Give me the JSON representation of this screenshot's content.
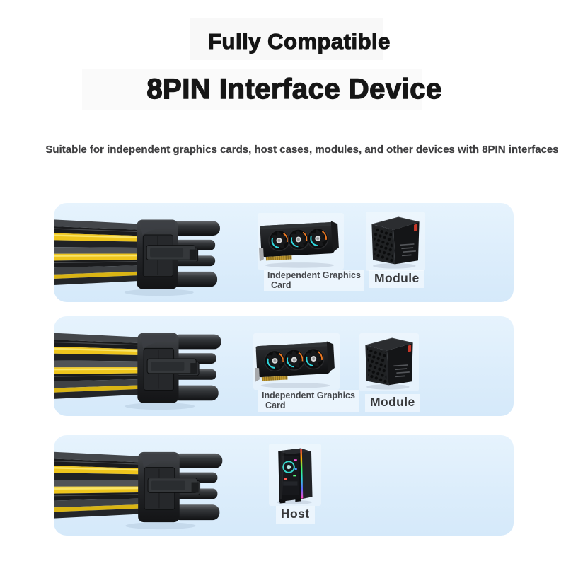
{
  "header": {
    "title": "Fully Compatible",
    "heading": "8PIN Interface Device",
    "description": "Suitable for independent graphics cards, host cases, modules, and other devices with 8PIN interfaces"
  },
  "panels": [
    {
      "gpu_label_line1": "Independent Graphics",
      "gpu_label_line2": "Card",
      "module_label": "Module"
    },
    {
      "gpu_label_line1": "Independent Graphics",
      "gpu_label_line2": "Card",
      "module_label": "Module"
    },
    {
      "host_label": "Host"
    }
  ],
  "graphics": {
    "cable": "8pin-power-cable-connector",
    "gpu": "triple-fan-graphics-card",
    "module": "power-module-box",
    "host": "pc-tower-case"
  },
  "colors": {
    "panel_background": "#dcedfb",
    "wire_yellow": "#eec51d",
    "connector_black": "#1a1b1d",
    "title_text": "#161616",
    "description_text": "#3f3f41",
    "gpu_label_text": "#46484c",
    "device_label_text": "#37383a"
  }
}
